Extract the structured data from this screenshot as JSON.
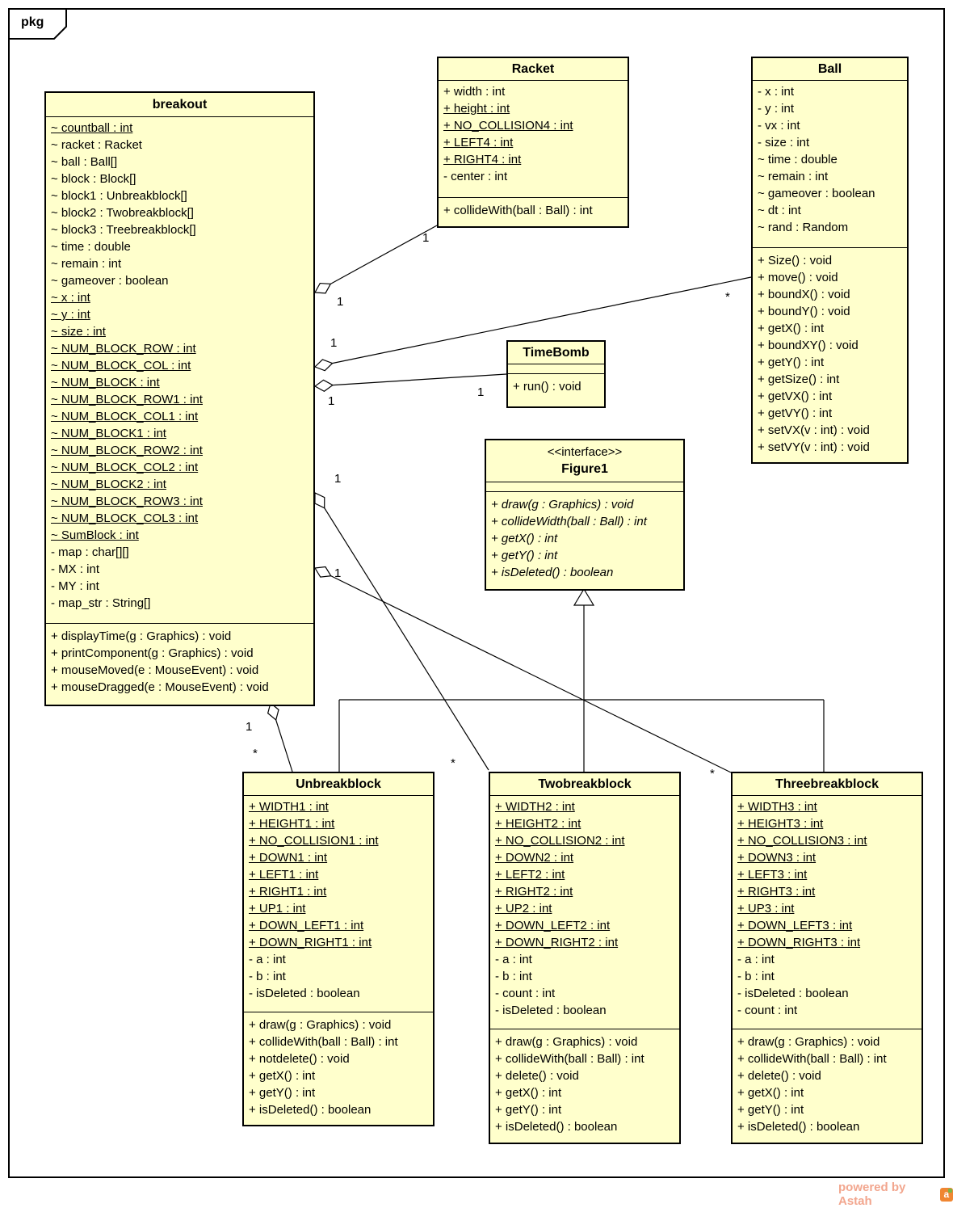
{
  "frame": {
    "tab_label": "pkg",
    "watermark_text": "powered by Astah",
    "watermark_logo": "astah-logo"
  },
  "colors": {
    "class_fill": "#FFFFCC",
    "line": "#000000",
    "watermark": "#F2A68E",
    "logo_orange": "#F08632"
  },
  "classes": [
    {
      "name": "breakout",
      "attributes": [
        {
          "text": "~ countball : int",
          "static": true
        },
        {
          "text": "~ racket : Racket",
          "static": false
        },
        {
          "text": "~ ball : Ball[]",
          "static": false
        },
        {
          "text": "~ block : Block[]",
          "static": false
        },
        {
          "text": "~ block1 : Unbreakblock[]",
          "static": false
        },
        {
          "text": "~ block2 : Twobreakblock[]",
          "static": false
        },
        {
          "text": "~ block3 : Treebreakblock[]",
          "static": false
        },
        {
          "text": "~ time : double",
          "static": false
        },
        {
          "text": "~ remain : int",
          "static": false
        },
        {
          "text": "~ gameover : boolean",
          "static": false
        },
        {
          "text": "~ x : int",
          "static": true
        },
        {
          "text": "~ y : int",
          "static": true
        },
        {
          "text": "~ size : int",
          "static": true
        },
        {
          "text": "~ NUM_BLOCK_ROW : int",
          "static": true
        },
        {
          "text": "~ NUM_BLOCK_COL : int",
          "static": true
        },
        {
          "text": "~ NUM_BLOCK : int",
          "static": true
        },
        {
          "text": "~ NUM_BLOCK_ROW1 : int",
          "static": true
        },
        {
          "text": "~ NUM_BLOCK_COL1 : int",
          "static": true
        },
        {
          "text": "~ NUM_BLOCK1 : int",
          "static": true
        },
        {
          "text": "~ NUM_BLOCK_ROW2 : int",
          "static": true
        },
        {
          "text": "~ NUM_BLOCK_COL2 : int",
          "static": true
        },
        {
          "text": "~ NUM_BLOCK2 : int",
          "static": true
        },
        {
          "text": "~ NUM_BLOCK_ROW3 : int",
          "static": true
        },
        {
          "text": "~ NUM_BLOCK_COL3 : int",
          "static": true
        },
        {
          "text": "~ SumBlock : int",
          "static": true
        },
        {
          "text": "- map : char[][]",
          "static": false
        },
        {
          "text": "- MX : int",
          "static": false
        },
        {
          "text": "- MY : int",
          "static": false
        },
        {
          "text": "- map_str : String[]",
          "static": false
        }
      ],
      "methods": [
        "+ displayTime(g : Graphics) : void",
        "+ printComponent(g : Graphics) : void",
        "+ mouseMoved(e : MouseEvent) : void",
        "+ mouseDragged(e : MouseEvent) : void"
      ]
    },
    {
      "name": "Racket",
      "attributes": [
        {
          "text": "+ width : int",
          "static": false
        },
        {
          "text": "+ height : int",
          "static": true
        },
        {
          "text": "+ NO_COLLISION4 : int",
          "static": true
        },
        {
          "text": "+ LEFT4 : int",
          "static": true
        },
        {
          "text": "+ RIGHT4 : int",
          "static": true
        },
        {
          "text": "- center : int",
          "static": false
        }
      ],
      "methods": [
        "+ collideWith(ball : Ball) : int"
      ]
    },
    {
      "name": "Ball",
      "attributes": [
        {
          "text": "- x : int",
          "static": false
        },
        {
          "text": "- y : int",
          "static": false
        },
        {
          "text": "- vx : int",
          "static": false
        },
        {
          "text": "- size : int",
          "static": false
        },
        {
          "text": "~ time : double",
          "static": false
        },
        {
          "text": "~ remain : int",
          "static": false
        },
        {
          "text": "~ gameover : boolean",
          "static": false
        },
        {
          "text": "~ dt : int",
          "static": false
        },
        {
          "text": "~ rand : Random",
          "static": false
        }
      ],
      "methods": [
        "+ Size() : void",
        "+ move() : void",
        "+ boundX() : void",
        "+ boundY() : void",
        "+ getX() : int",
        "+ boundXY() : void",
        "+ getY() : int",
        "+ getSize() : int",
        "+ getVX() : int",
        "+ getVY() : int",
        "+ setVX(v : int) : void",
        "+ setVY(v : int) : void"
      ]
    },
    {
      "name": "TimeBomb",
      "attributes": [],
      "methods": [
        "+ run() : void"
      ]
    },
    {
      "name": "Figure1",
      "stereotype": "<<interface>>",
      "methods_italic": true,
      "attributes": [],
      "methods": [
        "+ draw(g : Graphics) : void",
        "+ collideWidth(ball : Ball) : int",
        "+ getX() : int",
        "+ getY() : int",
        "+ isDeleted() : boolean"
      ]
    },
    {
      "name": "Unbreakblock",
      "attributes": [
        {
          "text": "+ WIDTH1 : int",
          "static": true
        },
        {
          "text": "+ HEIGHT1 : int",
          "static": true
        },
        {
          "text": "+ NO_COLLISION1 : int",
          "static": true
        },
        {
          "text": "+ DOWN1 : int",
          "static": true
        },
        {
          "text": "+ LEFT1 : int",
          "static": true
        },
        {
          "text": "+ RIGHT1 : int",
          "static": true
        },
        {
          "text": "+ UP1 : int",
          "static": true
        },
        {
          "text": "+ DOWN_LEFT1 : int",
          "static": true
        },
        {
          "text": "+ DOWN_RIGHT1 : int",
          "static": true
        },
        {
          "text": "- a : int",
          "static": false
        },
        {
          "text": "- b : int",
          "static": false
        },
        {
          "text": "- isDeleted : boolean",
          "static": false
        }
      ],
      "methods": [
        "+ draw(g : Graphics) : void",
        "+ collideWith(ball : Ball) : int",
        "+ notdelete() : void",
        "+ getX() : int",
        "+ getY() : int",
        "+ isDeleted() : boolean"
      ]
    },
    {
      "name": "Twobreakblock",
      "attributes": [
        {
          "text": "+ WIDTH2 : int",
          "static": true
        },
        {
          "text": "+ HEIGHT2 : int",
          "static": true
        },
        {
          "text": "+ NO_COLLISION2 : int",
          "static": true
        },
        {
          "text": "+ DOWN2 : int",
          "static": true
        },
        {
          "text": "+ LEFT2 : int",
          "static": true
        },
        {
          "text": "+ RIGHT2 : int",
          "static": true
        },
        {
          "text": "+ UP2 : int",
          "static": true
        },
        {
          "text": "+ DOWN_LEFT2 : int",
          "static": true
        },
        {
          "text": "+ DOWN_RIGHT2 : int",
          "static": true
        },
        {
          "text": "- a : int",
          "static": false
        },
        {
          "text": "- b : int",
          "static": false
        },
        {
          "text": "- count : int",
          "static": false
        },
        {
          "text": "- isDeleted : boolean",
          "static": false
        }
      ],
      "methods": [
        "+ draw(g : Graphics) : void",
        "+ collideWith(ball : Ball) : int",
        "+ delete() : void",
        "+ getX() : int",
        "+ getY() : int",
        "+ isDeleted() : boolean"
      ]
    },
    {
      "name": "Threebreakblock",
      "attributes": [
        {
          "text": "+ WIDTH3 : int",
          "static": true
        },
        {
          "text": "+ HEIGHT3 : int",
          "static": true
        },
        {
          "text": "+ NO_COLLISION3 : int",
          "static": true
        },
        {
          "text": "+ DOWN3 : int",
          "static": true
        },
        {
          "text": "+ LEFT3 : int",
          "static": true
        },
        {
          "text": "+ RIGHT3 : int",
          "static": true
        },
        {
          "text": "+ UP3 : int",
          "static": true
        },
        {
          "text": "+ DOWN_LEFT3 : int",
          "static": true
        },
        {
          "text": "+ DOWN_RIGHT3 : int",
          "static": true
        },
        {
          "text": "- a : int",
          "static": false
        },
        {
          "text": "- b : int",
          "static": false
        },
        {
          "text": "- isDeleted : boolean",
          "static": false
        },
        {
          "text": "- count : int",
          "static": false
        }
      ],
      "methods": [
        "+ draw(g : Graphics) : void",
        "+ collideWith(ball : Ball) : int",
        "+ delete() : void",
        "+ getX() : int",
        "+ getY() : int",
        "+ isDeleted() : boolean"
      ]
    }
  ],
  "connectors": [
    {
      "id": "breakout-racket",
      "type": "aggregation",
      "from": "breakout",
      "to": "Racket",
      "labels": [
        "1",
        "1"
      ]
    },
    {
      "id": "breakout-ball",
      "type": "aggregation",
      "from": "breakout",
      "to": "Ball",
      "labels": [
        "1",
        "*"
      ]
    },
    {
      "id": "breakout-timebomb",
      "type": "aggregation",
      "from": "breakout",
      "to": "TimeBomb",
      "labels": [
        "1",
        "1"
      ]
    },
    {
      "id": "breakout-unbreakblock",
      "type": "aggregation",
      "from": "breakout",
      "to": "Unbreakblock",
      "labels": [
        "1",
        "*"
      ]
    },
    {
      "id": "breakout-twobreakblock",
      "type": "aggregation",
      "from": "breakout",
      "to": "Twobreakblock",
      "labels": [
        "1",
        "*"
      ]
    },
    {
      "id": "breakout-threebreakblock",
      "type": "aggregation",
      "from": "breakout",
      "to": "Threebreakblock",
      "labels": [
        "1",
        "*"
      ]
    },
    {
      "id": "figure1-generalization",
      "type": "generalization",
      "from": "Unbreakblock, Twobreakblock, Threebreakblock",
      "to": "Figure1",
      "labels": []
    }
  ]
}
